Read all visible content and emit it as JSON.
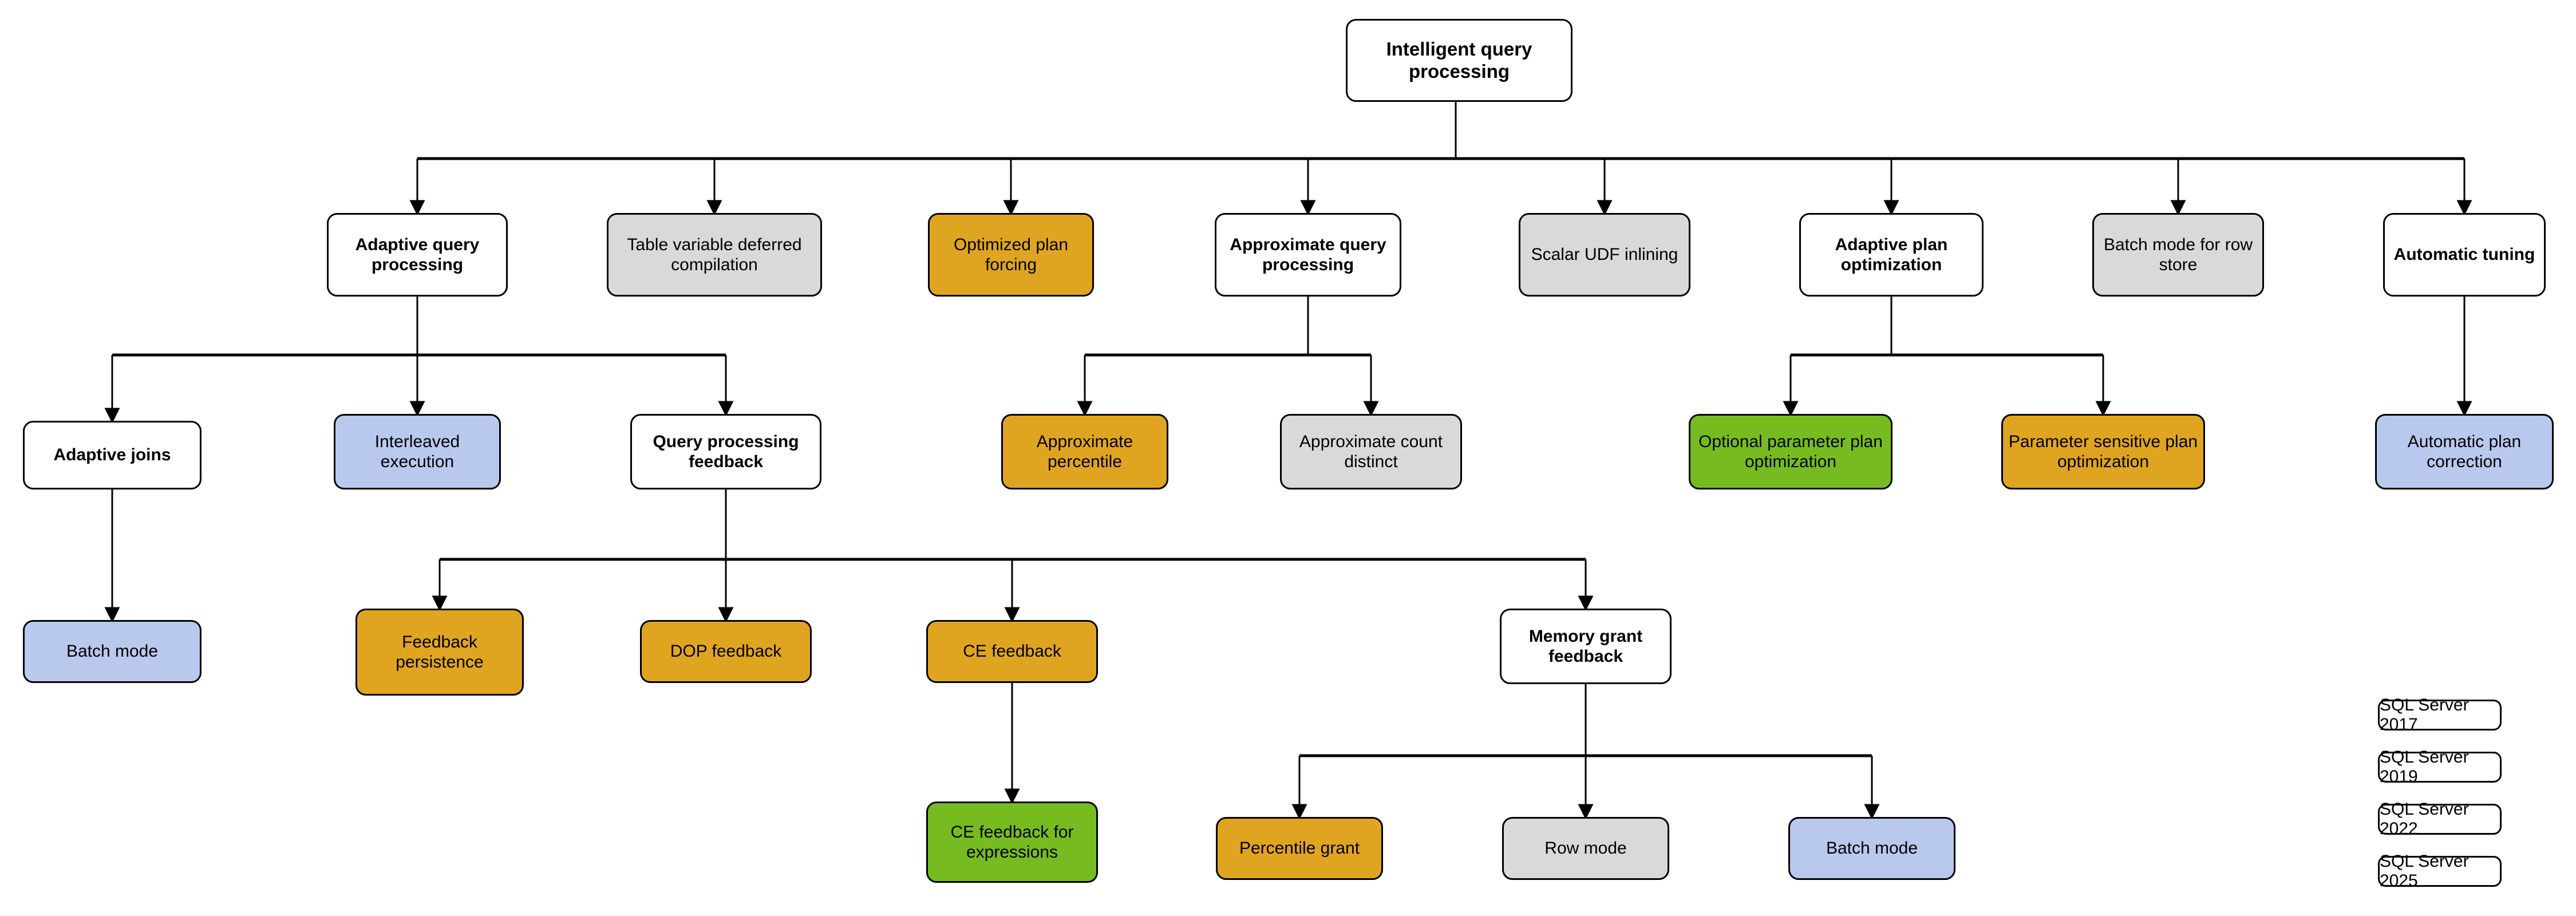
{
  "diagram": {
    "title": "Intelligent query processing",
    "type": "hierarchy-tree",
    "background": "#ffffff"
  },
  "palette": {
    "sql_server_2017": "#B9C8ED",
    "sql_server_2019": "#D9D9D9",
    "sql_server_2022": "#DFA521",
    "sql_server_2025": "#76BC21",
    "neutral_white": "#ffffff",
    "stroke": "#000000"
  },
  "legend": {
    "items": [
      {
        "label": "SQL Server 2017",
        "color_key": "c2017",
        "color": "#B9C8ED"
      },
      {
        "label": "SQL Server 2019",
        "color_key": "c2019",
        "color": "#D9D9D9"
      },
      {
        "label": "SQL Server 2022",
        "color_key": "c2022",
        "color": "#DFA521"
      },
      {
        "label": "SQL Server 2025",
        "color_key": "c2025",
        "color": "#76BC21"
      }
    ]
  },
  "nodes": {
    "root": {
      "label": "Intelligent query processing",
      "style": "plain"
    },
    "adaptive_query_processing": {
      "label": "Adaptive query processing",
      "style": "plain"
    },
    "table_variable_deferred": {
      "label": "Table variable deferred compilation",
      "style": "c2019"
    },
    "optimized_plan_forcing": {
      "label": "Optimized plan forcing",
      "style": "c2022"
    },
    "approximate_query_processing": {
      "label": "Approximate query processing",
      "style": "plain"
    },
    "scalar_udf_inlining": {
      "label": "Scalar UDF inlining",
      "style": "c2019"
    },
    "adaptive_plan_optimization": {
      "label": "Adaptive plan optimization",
      "style": "plain"
    },
    "batch_mode_row_store": {
      "label": "Batch mode for row store",
      "style": "c2019"
    },
    "automatic_tuning": {
      "label": "Automatic tuning",
      "style": "plain"
    },
    "adaptive_joins": {
      "label": "Adaptive joins",
      "style": "plain"
    },
    "interleaved_execution": {
      "label": "Interleaved execution",
      "style": "c2017"
    },
    "query_processing_feedback": {
      "label": "Query processing feedback",
      "style": "plain"
    },
    "approximate_percentile": {
      "label": "Approximate percentile",
      "style": "c2022"
    },
    "approximate_count_distinct": {
      "label": "Approximate count distinct",
      "style": "c2019"
    },
    "optional_parameter_plan_optimization": {
      "label": "Optional parameter plan optimization",
      "style": "c2025"
    },
    "parameter_sensitive_plan_optimization": {
      "label": "Parameter sensitive plan optimization",
      "style": "c2022"
    },
    "automatic_plan_correction": {
      "label": "Automatic plan correction",
      "style": "c2017"
    },
    "batch_mode_adaptive_joins": {
      "label": "Batch mode",
      "style": "c2017"
    },
    "feedback_persistence": {
      "label": "Feedback persistence",
      "style": "c2022"
    },
    "dop_feedback": {
      "label": "DOP feedback",
      "style": "c2022"
    },
    "ce_feedback": {
      "label": "CE feedback",
      "style": "c2022"
    },
    "memory_grant_feedback": {
      "label": "Memory grant feedback",
      "style": "plain"
    },
    "ce_feedback_for_expressions": {
      "label": "CE feedback for expressions",
      "style": "c2025"
    },
    "percentile_grant": {
      "label": "Percentile grant",
      "style": "c2022"
    },
    "row_mode": {
      "label": "Row mode",
      "style": "c2019"
    },
    "batch_mode_memory_grant": {
      "label": "Batch mode",
      "style": "c2017"
    }
  },
  "edges": [
    {
      "from": "root",
      "to": "adaptive_query_processing"
    },
    {
      "from": "root",
      "to": "table_variable_deferred"
    },
    {
      "from": "root",
      "to": "optimized_plan_forcing"
    },
    {
      "from": "root",
      "to": "approximate_query_processing"
    },
    {
      "from": "root",
      "to": "scalar_udf_inlining"
    },
    {
      "from": "root",
      "to": "adaptive_plan_optimization"
    },
    {
      "from": "root",
      "to": "batch_mode_row_store"
    },
    {
      "from": "root",
      "to": "automatic_tuning"
    },
    {
      "from": "adaptive_query_processing",
      "to": "adaptive_joins"
    },
    {
      "from": "adaptive_query_processing",
      "to": "interleaved_execution"
    },
    {
      "from": "adaptive_query_processing",
      "to": "query_processing_feedback"
    },
    {
      "from": "approximate_query_processing",
      "to": "approximate_percentile"
    },
    {
      "from": "approximate_query_processing",
      "to": "approximate_count_distinct"
    },
    {
      "from": "adaptive_plan_optimization",
      "to": "optional_parameter_plan_optimization"
    },
    {
      "from": "adaptive_plan_optimization",
      "to": "parameter_sensitive_plan_optimization"
    },
    {
      "from": "automatic_tuning",
      "to": "automatic_plan_correction"
    },
    {
      "from": "adaptive_joins",
      "to": "batch_mode_adaptive_joins"
    },
    {
      "from": "query_processing_feedback",
      "to": "feedback_persistence"
    },
    {
      "from": "query_processing_feedback",
      "to": "dop_feedback"
    },
    {
      "from": "query_processing_feedback",
      "to": "ce_feedback"
    },
    {
      "from": "query_processing_feedback",
      "to": "memory_grant_feedback"
    },
    {
      "from": "ce_feedback",
      "to": "ce_feedback_for_expressions"
    },
    {
      "from": "memory_grant_feedback",
      "to": "percentile_grant"
    },
    {
      "from": "memory_grant_feedback",
      "to": "row_mode"
    },
    {
      "from": "memory_grant_feedback",
      "to": "batch_mode_memory_grant"
    }
  ]
}
